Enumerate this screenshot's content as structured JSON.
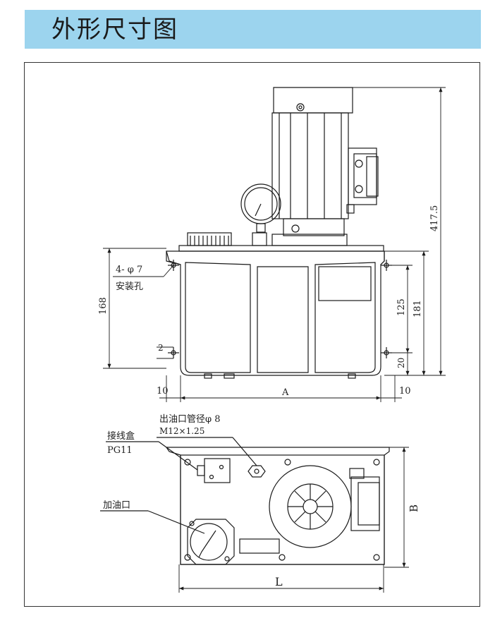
{
  "header": {
    "title": "外形尺寸图"
  },
  "colors": {
    "header_bg": "#9cd4ee",
    "line": "#1a1a1a"
  },
  "dims": {
    "height_total": "417.5",
    "height_168": "168",
    "height_181": "181",
    "height_125": "125",
    "gap_20": "20",
    "gap_2": "2",
    "side_10_left": "10",
    "side_10_right": "10",
    "width_A": "A",
    "width_L": "L",
    "depth_B": "B"
  },
  "labels": {
    "holes_spec": "4- φ 7",
    "holes_name": "安装孔",
    "outlet_name": "出油口管径φ 8",
    "outlet_thread": "M12×1.25",
    "junction_name": "接线盒",
    "junction_spec": "PG11",
    "filler_name": "加油口"
  }
}
